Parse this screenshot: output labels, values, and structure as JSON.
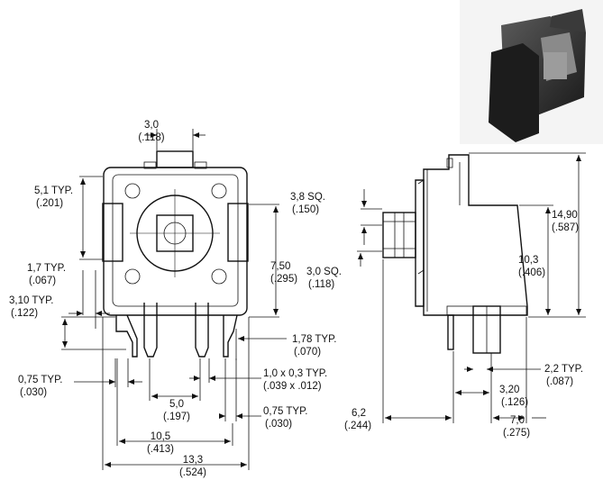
{
  "front_view": {
    "dims": {
      "actuator_width": "3,0",
      "actuator_width_in": "(.118)",
      "pin_spacing_v": "5,1 TYP.",
      "pin_spacing_v_in": "(.201)",
      "tab_height": "1,7 TYP.",
      "tab_height_in": "(.067)",
      "pin_length": "3,10 TYP.",
      "pin_length_in": "(.122)",
      "pin_width": "0,75 TYP.",
      "pin_width_in": "(.030)",
      "pin_pitch": "5,0",
      "pin_pitch_in": "(.197)",
      "pin_span": "10,5",
      "pin_span_in": "(.413)",
      "overall_width": "13,3",
      "overall_width_in": "(.524)",
      "body_height": "7,50",
      "body_height_in": "(.295)",
      "tab_depth": "1,78 TYP.",
      "tab_depth_in": "(.070)",
      "pin_section": "1,0 x 0,3 TYP.",
      "pin_section_in": "(.039 x .012)",
      "pin_width_right": "0,75 TYP.",
      "pin_width_right_in": "(.030)"
    }
  },
  "side_view": {
    "dims": {
      "cap_square": "3,8 SQ.",
      "cap_square_in": "(.150)",
      "stem_square": "3,0 SQ.",
      "stem_square_in": "(.118)",
      "overall_height": "14,90",
      "overall_height_in": "(.587)",
      "body_depth": "10,3",
      "body_depth_in": "(.406)",
      "pin_offset": "2,2 TYP.",
      "pin_offset_in": "(.087)",
      "pin_gap": "3,20",
      "pin_gap_in": "(.126)",
      "base_depth": "7,0",
      "base_depth_in": "(.275)",
      "front_offset": "6,2",
      "front_offset_in": "(.244)"
    }
  },
  "photo": {
    "subject": "tactile-switch-photo"
  },
  "colors": {
    "line": "#111111",
    "background": "#ffffff"
  }
}
